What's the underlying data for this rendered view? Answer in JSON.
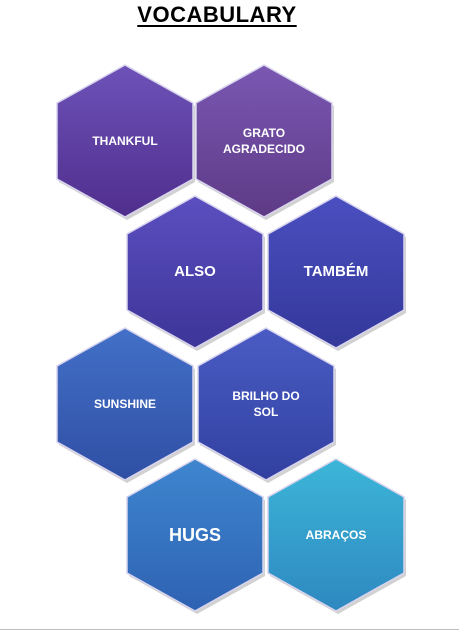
{
  "title": "VOCABULARY",
  "tiles": [
    {
      "id": "thankful",
      "text": "THANKFUL",
      "color_top": "#6e52b8",
      "color_bottom": "#4f2e8d"
    },
    {
      "id": "grato",
      "text": "GRATO\nAGRADECIDO",
      "color_top": "#7a58b2",
      "color_bottom": "#5e3a86"
    },
    {
      "id": "also",
      "text": "ALSO",
      "color_top": "#5b4fc0",
      "color_bottom": "#3d3598"
    },
    {
      "id": "tambem",
      "text": "TAMBÉM",
      "color_top": "#4a4fc0",
      "color_bottom": "#33389a"
    },
    {
      "id": "sunshine",
      "text": "SUNSHINE",
      "color_top": "#4370c8",
      "color_bottom": "#2f4fa4"
    },
    {
      "id": "brilho",
      "text": "BRILHO  DO\nSOL",
      "color_top": "#4a5cc4",
      "color_bottom": "#3140a0"
    },
    {
      "id": "hugs",
      "text": "HUGS",
      "color_top": "#3e86cf",
      "color_bottom": "#2e62b2"
    },
    {
      "id": "abracos",
      "text": "ABRAÇOS",
      "color_top": "#3cb6d8",
      "color_bottom": "#2e88c0"
    }
  ]
}
